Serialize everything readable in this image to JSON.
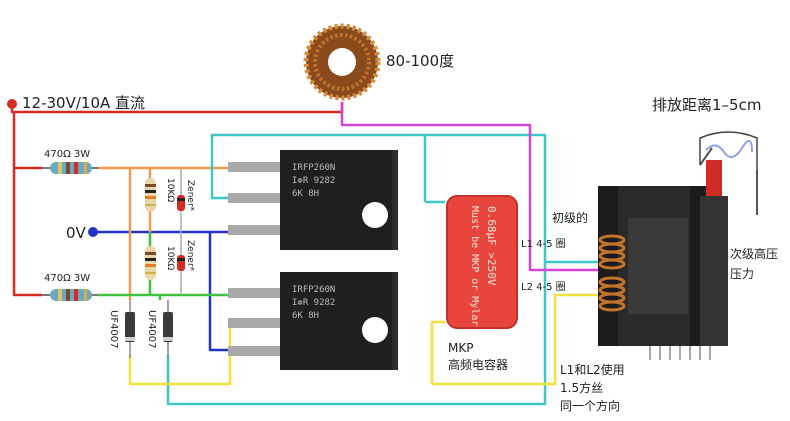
{
  "supply_label": "12-30V/10A 直流",
  "toroid_label": "80-100度",
  "ground_label": "0V",
  "arc_label": "排放距离1–5cm",
  "primary_label": "初级的",
  "l1_label": "L1 4-5 圈",
  "l2_label": "L2 4-5 圈",
  "secondary_label_1": "次级高压",
  "secondary_label_2": "压力",
  "resistor_top": "470Ω 3W",
  "resistor_bottom": "470Ω 3W",
  "resistor_10k_a": "10KΩ",
  "resistor_10k_b": "10KΩ",
  "zener_a": "Zener*",
  "zener_b": "Zener*",
  "diode_a": "UF4007",
  "diode_b": "UF4007",
  "mosfet": {
    "line1": "IRFP260N",
    "line2": "I❁R 9282",
    "line3": "6K    8H"
  },
  "capacitor": {
    "value": "0.68µF >250V",
    "note": "Must be MKP or Mylar"
  },
  "mkp_label_1": "MKP",
  "mkp_label_2": "高频电容器",
  "winding_note_1": "L1和L2使用",
  "winding_note_2": "1.5方丝",
  "winding_note_3": "同一个方向",
  "colors": {
    "supply_wire": "#d62b22",
    "ground_wire": "#2233c8",
    "gate_wire_orange": "#f29a4a",
    "gate_wire_green": "#3fc03f",
    "drain_wire_cyan": "#3ec6c8",
    "drain_wire_yellow": "#f2e23a",
    "toroid_wire_magenta": "#d642d6",
    "arc": "#8da2e8",
    "capacitor": "#e8463c"
  }
}
